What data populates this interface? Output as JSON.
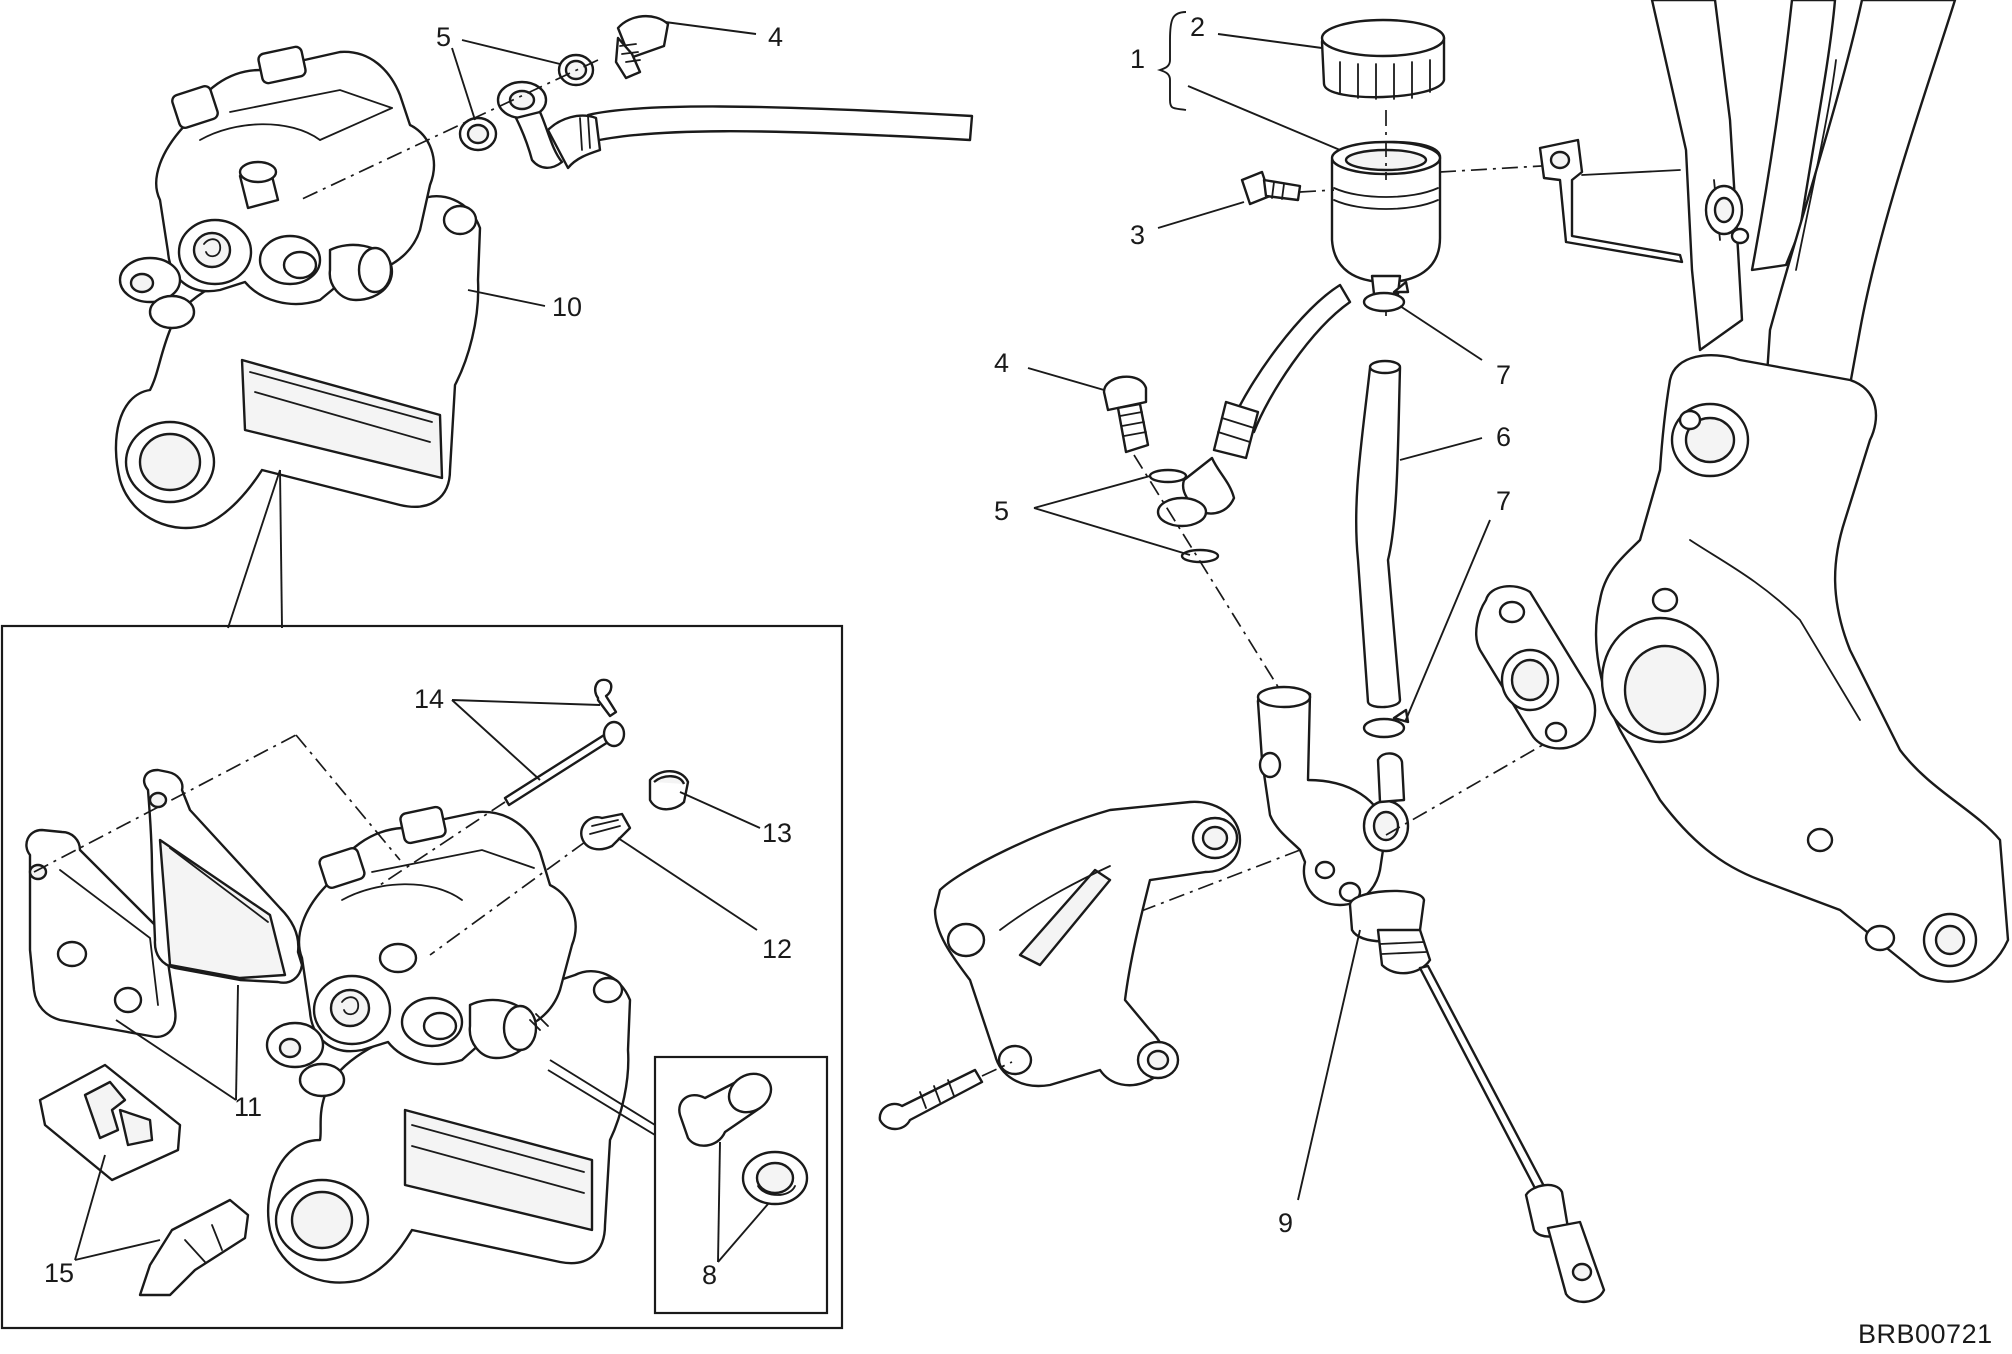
{
  "diagram": {
    "drawing_code": "BRB00721",
    "callouts": {
      "c1": "1",
      "c2": "2",
      "c3": "3",
      "c4a": "4",
      "c4b": "4",
      "c5a": "5",
      "c5b": "5",
      "c6": "6",
      "c7a": "7",
      "c7b": "7",
      "c8": "8",
      "c9": "9",
      "c10": "10",
      "c11": "11",
      "c12": "12",
      "c13": "13",
      "c14": "14",
      "c15": "15"
    },
    "colors": {
      "ink": "#1a1a1a",
      "paper": "#ffffff"
    }
  }
}
